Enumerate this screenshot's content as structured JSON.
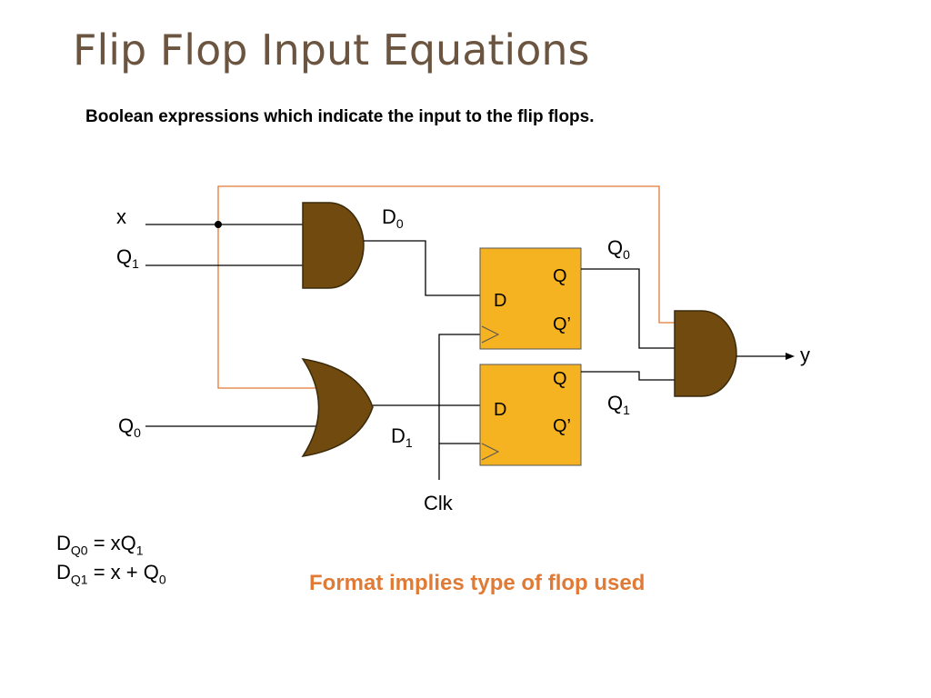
{
  "slide": {
    "title": "Flip Flop Input Equations",
    "subtitle": "Boolean expressions which indicate the input to the flip flops.",
    "note": "Format implies type of flop used"
  },
  "circuit": {
    "input_x": "x",
    "input_q1": {
      "base": "Q",
      "sub": "1"
    },
    "input_q0": {
      "base": "Q",
      "sub": "0"
    },
    "label_d0": {
      "base": "D",
      "sub": "0"
    },
    "label_d1": {
      "base": "D",
      "sub": "1"
    },
    "label_q0_out": {
      "base": "Q",
      "sub": "0"
    },
    "label_q1_out": {
      "base": "Q",
      "sub": "1"
    },
    "output_y": "y",
    "clock": "Clk",
    "ff0": {
      "d": "D",
      "q": "Q",
      "qbar": "Q’"
    },
    "ff1": {
      "d": "D",
      "q": "Q",
      "qbar": "Q’"
    },
    "colors": {
      "gate_fill": "#704a0e",
      "flipflop_fill": "#f5b321",
      "feedback_wire": "#e07a35",
      "wire": "#000000"
    }
  },
  "equations": {
    "dq0": {
      "d": "D",
      "sub": "Q0",
      "rhs_a": " = xQ",
      "rhs_sub": "1"
    },
    "dq1": {
      "d": "D",
      "sub": "Q1",
      "rhs_a": " = x + Q",
      "rhs_sub": "0"
    }
  }
}
